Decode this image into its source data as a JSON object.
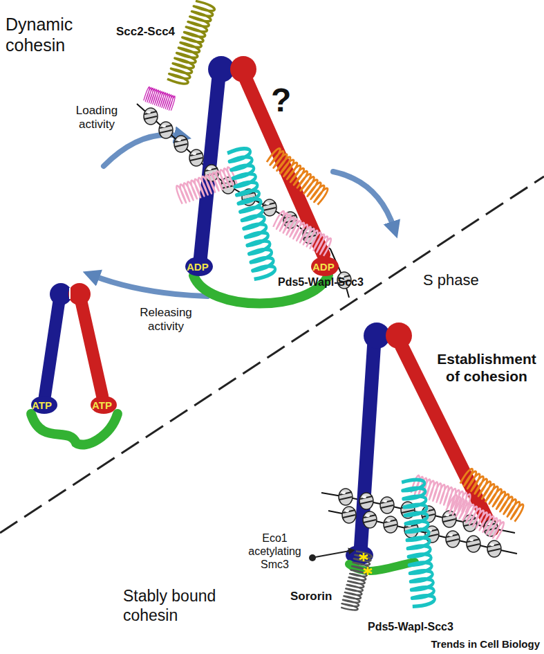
{
  "diagram": {
    "labels": [
      "Dynamic cohesin",
      "Scc2-Scc4",
      "?",
      "Loading activity",
      "ADP",
      "ADP",
      "Pds5-Wapl-Scc3",
      "S phase",
      "Releasing activity",
      "ATP",
      "ATP",
      "Establishment of cohesion",
      "Eco1 acetylating Smc3",
      "Sororin",
      "Stably bound cohesin",
      "Pds5-Wapl-Scc3",
      "Trends in Cell Biology"
    ]
  }
}
